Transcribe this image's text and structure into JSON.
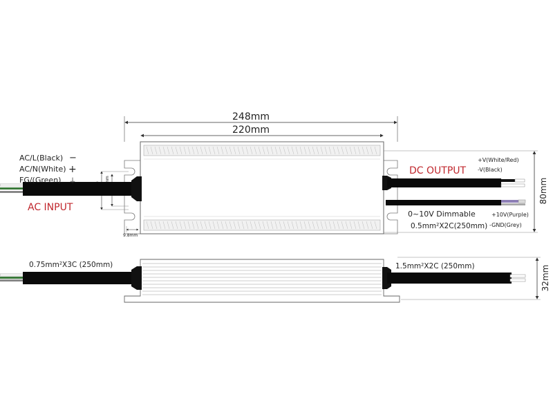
{
  "dimensions": {
    "overall_length": "248mm",
    "body_length": "220mm",
    "width": "80mm",
    "height": "32mm",
    "mount_outer": "41mm",
    "mount_inner": "38mm",
    "flange": "9.8mm"
  },
  "ac_input": {
    "title": "AC INPUT",
    "wires": [
      {
        "label": "AC/L(Black)",
        "symbol": "−"
      },
      {
        "label": "AC/N(White)",
        "symbol": "+"
      },
      {
        "label": "FG/(Green)",
        "symbol": "⏚"
      }
    ],
    "cable": "0.75mm²X3C (250mm)"
  },
  "dc_output": {
    "title": "DC OUTPUT",
    "wires": [
      "+V(White/Red)",
      "-V(Black)"
    ],
    "cable": "1.5mm²X2C (250mm)"
  },
  "dimming": {
    "title": "0~10V  Dimmable",
    "cable": "0.5mm²X2C(250mm)",
    "wires": [
      "+10V(Purple)",
      "-GND(Grey)"
    ]
  },
  "colors": {
    "accent": "#c0272d",
    "purple": "#8d7fb6"
  }
}
